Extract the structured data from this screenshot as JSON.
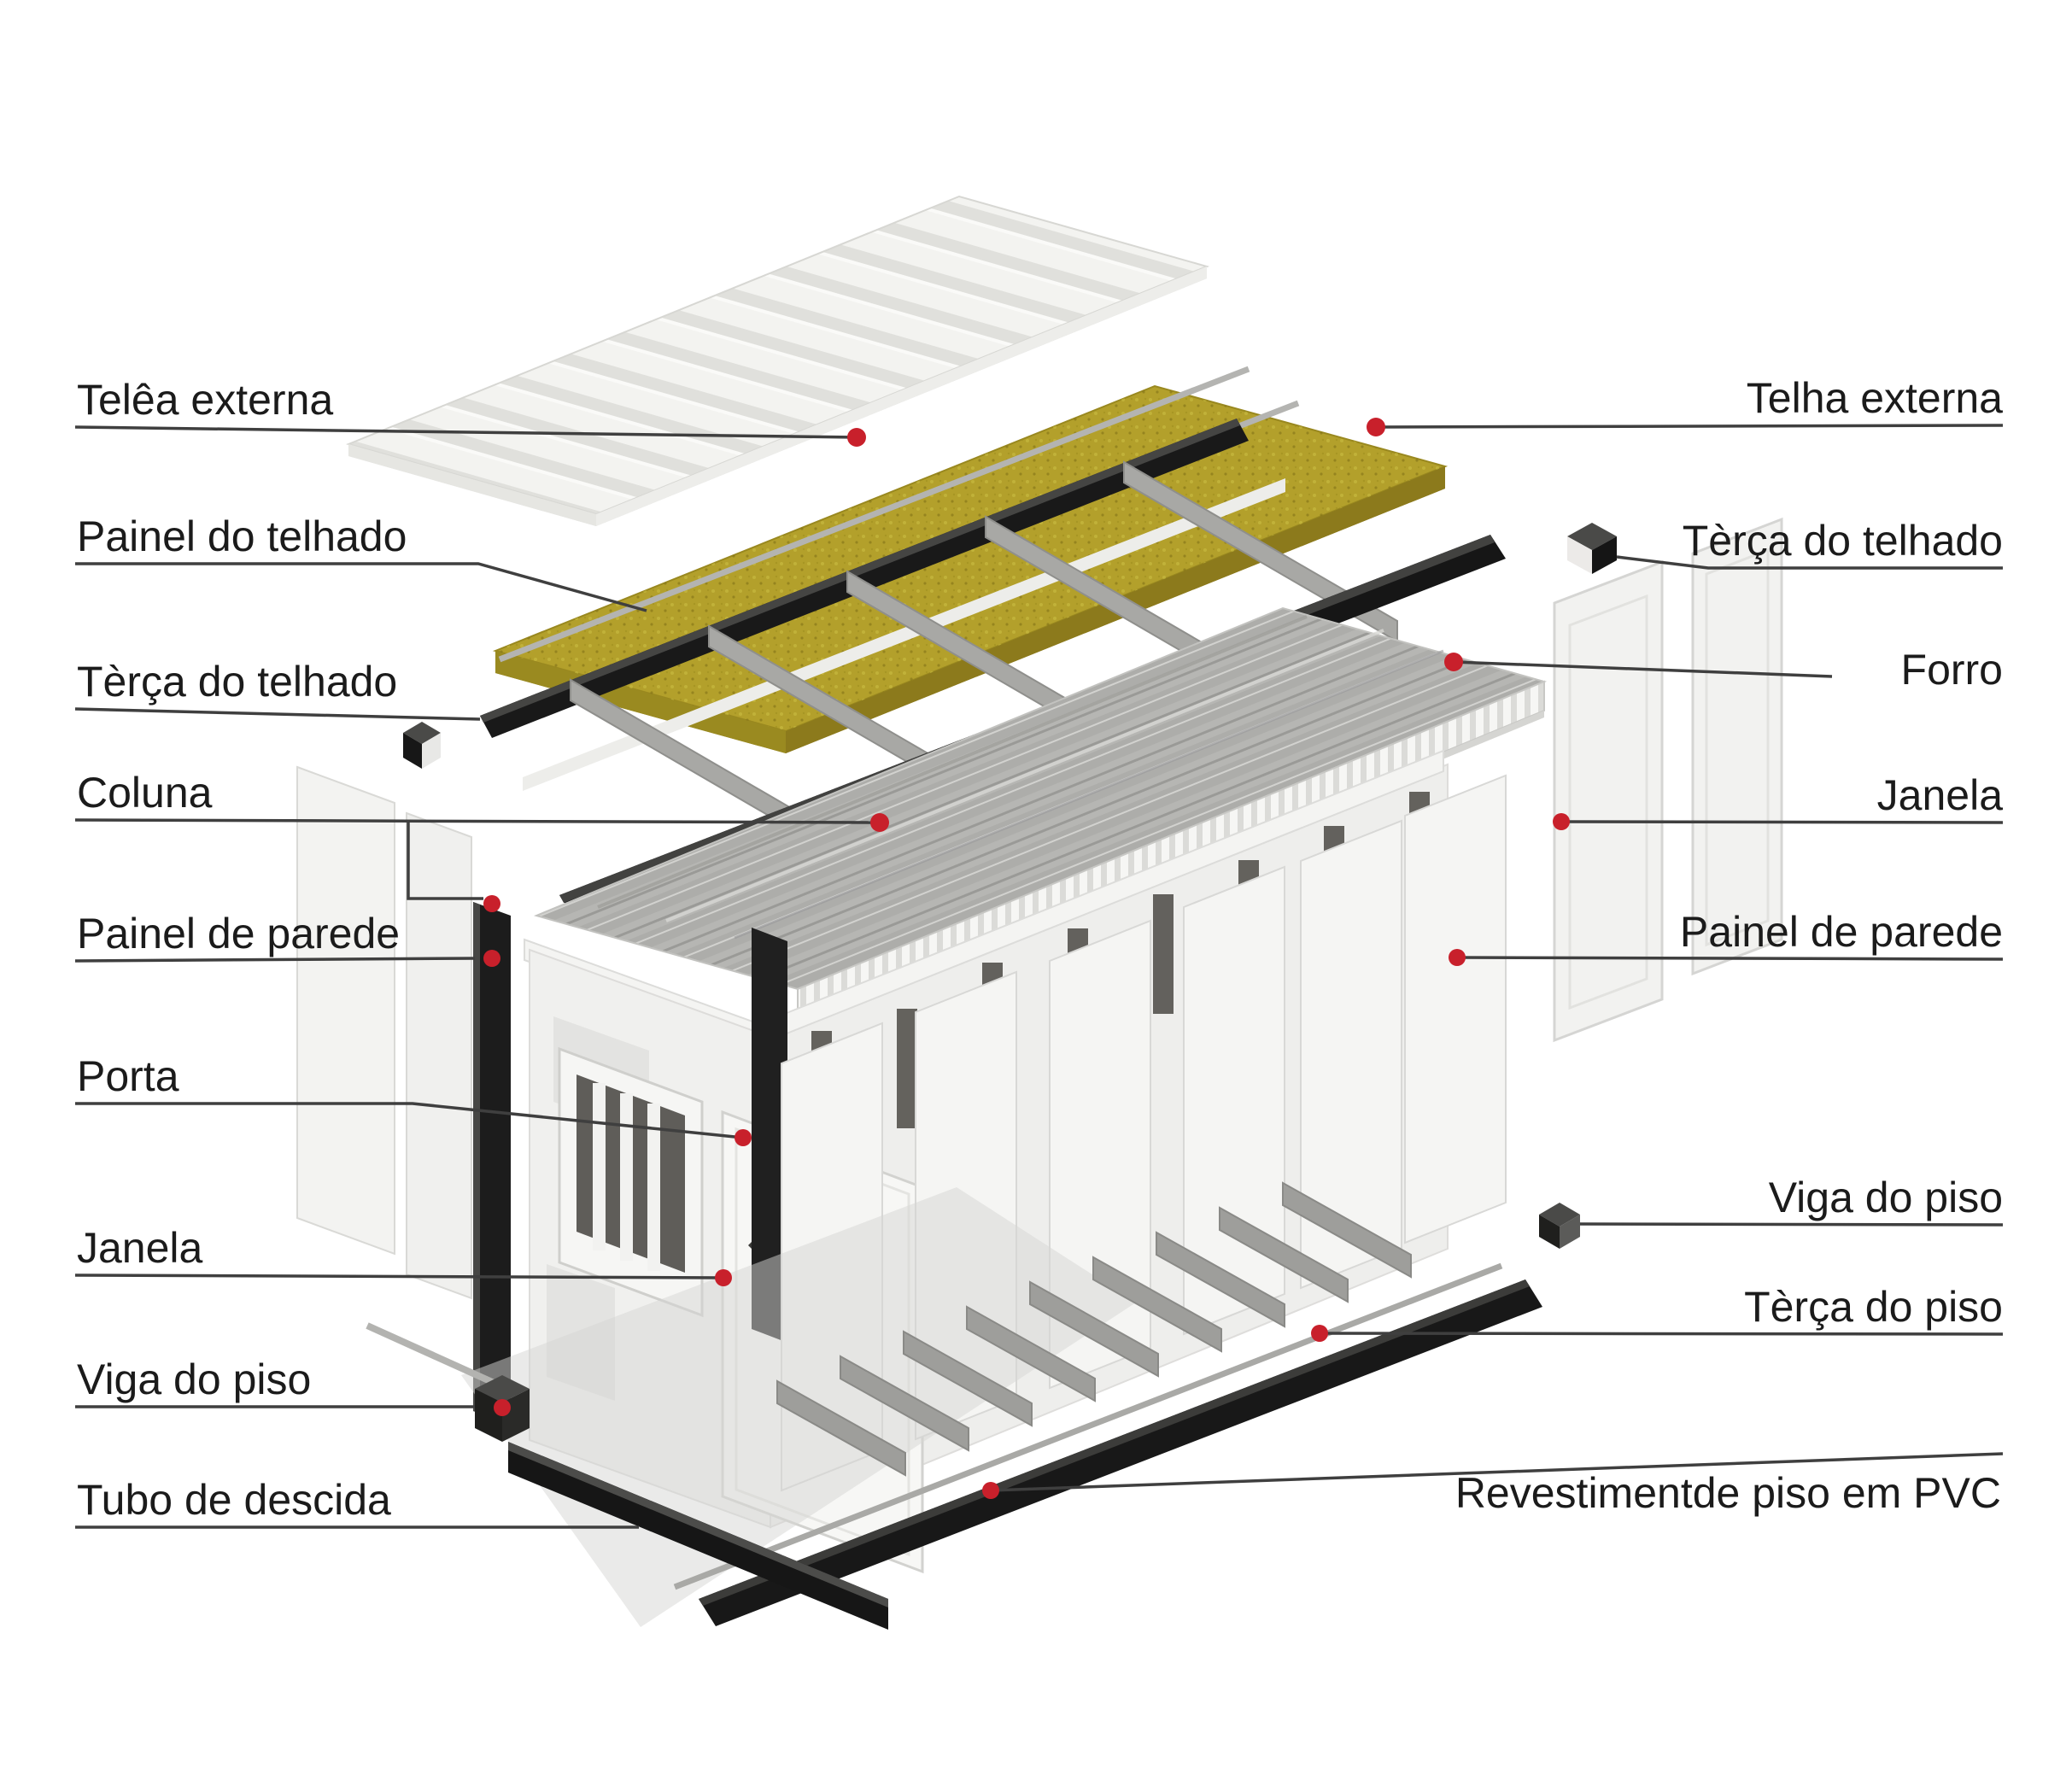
{
  "page": {
    "background": "#ffffff"
  },
  "diagram": {
    "type": "exploded-isometric-diagram",
    "labels_left": [
      {
        "text": "Telêa externa"
      },
      {
        "text": "Painel do telhado"
      },
      {
        "text": "Tèrça do telhado"
      },
      {
        "text": "Coluna"
      },
      {
        "text": "Painel de parede"
      },
      {
        "text": "Porta"
      },
      {
        "text": "Janela"
      },
      {
        "text": "Viga do piso"
      },
      {
        "text": "Tubo de descida"
      }
    ],
    "labels_right": [
      {
        "text": "Telha externa"
      },
      {
        "text": "Tèrça do telhado"
      },
      {
        "text": "Forro"
      },
      {
        "text": "Janela"
      },
      {
        "text": "Painel de parede"
      },
      {
        "text": "Viga do piso"
      },
      {
        "text": "Tèrça do piso"
      },
      {
        "text": "Revestimentde piso em PVC"
      }
    ],
    "parts": [
      "corrugated-roof-sheet",
      "roof-insulation-panel",
      "roof-purlin-frame",
      "roof-corner-connector-cube",
      "ceiling-deck",
      "corner-column",
      "wall-panels",
      "door",
      "barred-window",
      "right-window-panels",
      "floor-joists",
      "floor-purlin-rod",
      "floor-edge-beam",
      "downspout-channel",
      "floor-corner-connector-cube"
    ],
    "colors": {
      "leader_line": "#3f3f3f",
      "marker_red": "#c8202b",
      "steel_black": "#1a1a1a",
      "steel_gray": "#a6a6a3",
      "insulation_yellow": "#b3a02b",
      "deck_gray": "#b4b4b1",
      "panel_white": "#f5f5f3",
      "text": "#1b1b1b"
    }
  }
}
